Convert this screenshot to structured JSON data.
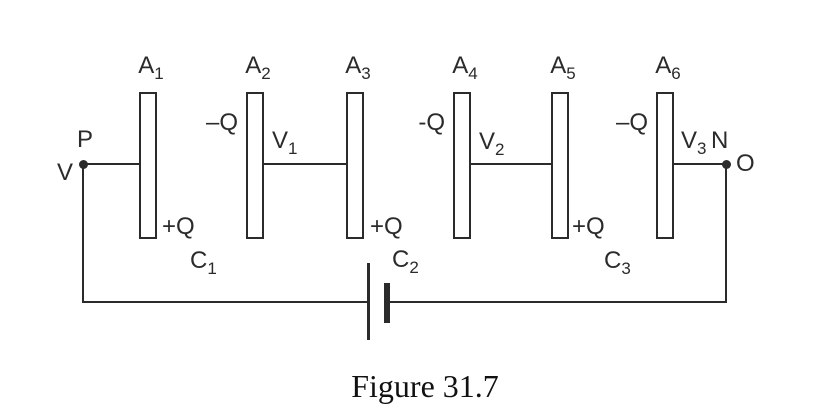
{
  "colors": {
    "ink": "#2b2b2b",
    "background": "#ffffff"
  },
  "caption": "Figure 31.7",
  "plates": [
    {
      "main": "A",
      "sub": "1"
    },
    {
      "main": "A",
      "sub": "2"
    },
    {
      "main": "A",
      "sub": "3"
    },
    {
      "main": "A",
      "sub": "4"
    },
    {
      "main": "A",
      "sub": "5"
    },
    {
      "main": "A",
      "sub": "6"
    }
  ],
  "terminals": {
    "left_point": "P",
    "left_potential": "V",
    "right_point": "N",
    "right_terminal": "O"
  },
  "capacitors": [
    {
      "name": {
        "main": "C",
        "sub": "1"
      },
      "neg_charge": "–Q",
      "pos_charge": "+Q",
      "voltage": {
        "main": "V",
        "sub": "1"
      }
    },
    {
      "name": {
        "main": "C",
        "sub": "2"
      },
      "neg_charge": "-Q",
      "pos_charge": "+Q",
      "voltage": {
        "main": "V",
        "sub": "2"
      }
    },
    {
      "name": {
        "main": "C",
        "sub": "3"
      },
      "neg_charge": "–Q",
      "pos_charge": "+Q",
      "voltage": {
        "main": "V",
        "sub": "3"
      }
    }
  ],
  "icons": {
    "battery": "battery-cell-symbol"
  }
}
